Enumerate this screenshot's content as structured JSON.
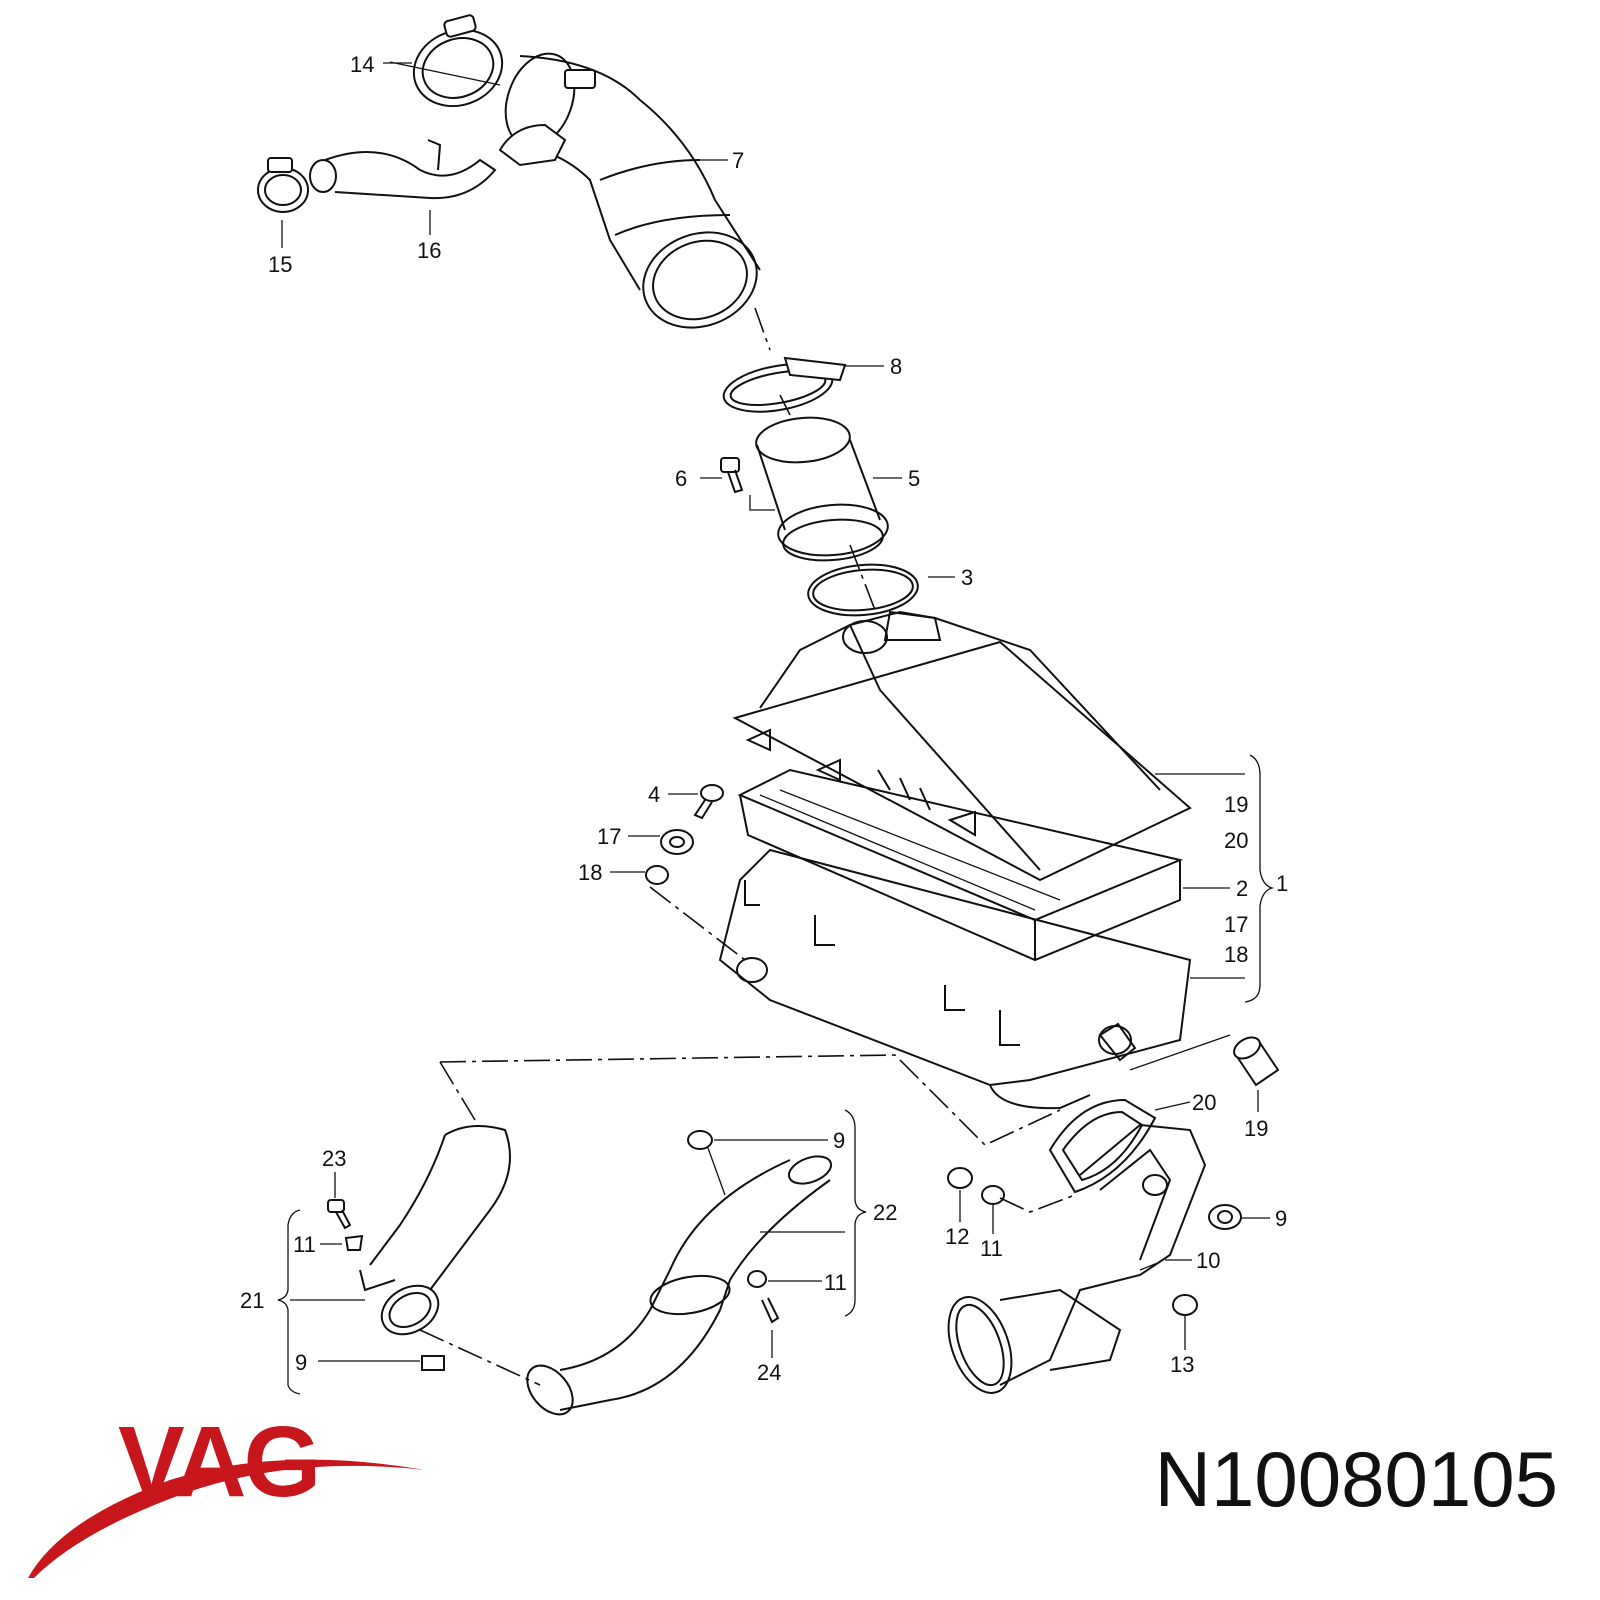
{
  "callouts": [
    {
      "id": "c14",
      "text": "14"
    },
    {
      "id": "c7",
      "text": "7"
    },
    {
      "id": "c15",
      "text": "15"
    },
    {
      "id": "c16",
      "text": "16"
    },
    {
      "id": "c8",
      "text": "8"
    },
    {
      "id": "c6",
      "text": "6"
    },
    {
      "id": "c5",
      "text": "5"
    },
    {
      "id": "c3",
      "text": "3"
    },
    {
      "id": "c4",
      "text": "4"
    },
    {
      "id": "c17a",
      "text": "17"
    },
    {
      "id": "c18a",
      "text": "18"
    },
    {
      "id": "c19a",
      "text": "19"
    },
    {
      "id": "c20a",
      "text": "20"
    },
    {
      "id": "c2",
      "text": "2"
    },
    {
      "id": "c1",
      "text": "1"
    },
    {
      "id": "c17b",
      "text": "17"
    },
    {
      "id": "c18b",
      "text": "18"
    },
    {
      "id": "c20b",
      "text": "20"
    },
    {
      "id": "c19b",
      "text": "19"
    },
    {
      "id": "c9a",
      "text": "9"
    },
    {
      "id": "c22",
      "text": "22"
    },
    {
      "id": "c23",
      "text": "23"
    },
    {
      "id": "c11a",
      "text": "11"
    },
    {
      "id": "c21",
      "text": "21"
    },
    {
      "id": "c9b",
      "text": "9"
    },
    {
      "id": "c11b",
      "text": "11"
    },
    {
      "id": "c24",
      "text": "24"
    },
    {
      "id": "c12",
      "text": "12"
    },
    {
      "id": "c11c",
      "text": "11"
    },
    {
      "id": "c9c",
      "text": "9"
    },
    {
      "id": "c10",
      "text": "10"
    },
    {
      "id": "c13",
      "text": "13"
    }
  ],
  "brand": {
    "logo_text": "VAG",
    "logo_color": "#c8171c"
  },
  "part_number": "N10080105"
}
